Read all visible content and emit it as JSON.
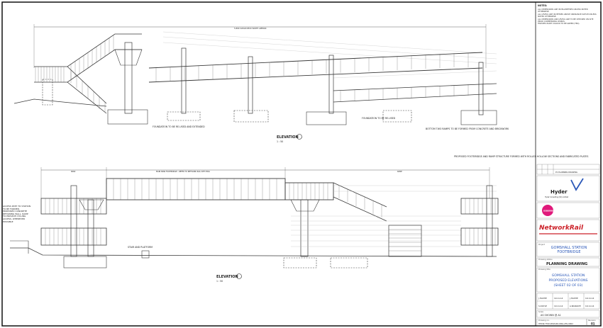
{
  "drawing": {
    "top_elevation_label": "ELEVATION",
    "top_elevation_scale": "1 : 50",
    "bottom_elevation_label": "ELEVATION",
    "bottom_elevation_scale": "1 : 50",
    "structure_note": "PROPOSED FOOTBRIDGE AND RAMP STRUCTURE FORMED WITH ROLLED HOLLOW SECTIONS AND FABRICATED PLATES",
    "ramp_note": "BOTTOM TWO RAMPS TO BE FORMED FROM CONCRETE AND BRICKWORK",
    "foundation_note": "FOUNDATION TO BE RE-USED",
    "new_foundation_note": "FOUNDATION TO BE RE-USED AND EXTENDED",
    "stair_note": "STAIR AND PLATFORM",
    "wall_note": "ACCESS PATH TO STATION TO BE FORMED. PROPOSED CONCRETE RETAINING WALL. RAMP TO PROVIDE CYCLING ACCESS. WHEREVER POSSIBLE",
    "top_dim": "5.800 CLEAR DECK WIDTH APPROX",
    "bottom_dim_left": "MAIN SPAN FOOTBRIDGE - REFER TO NETWORK RAIL SITE DWG",
    "bottom_dim_mid": "SPAN",
    "bottom_dim_right": "RAMP"
  },
  "title_block": {
    "notes_heading": "NOTES:",
    "notes": [
      "ALL DIMENSIONS ARE IN MILLIMETRES UNLESS NOTED OTHERWISE.",
      "ALL LEVELS ARE IN METRES ABOVE ORDNANCE DATUM UNLESS NOTED OTHERWISE.",
      "ALL DIMENSIONS AND LEVELS ARE TO BE CHECKED ON SITE PRIOR COMMENCING WORKS.",
      "FINISHES PAINT COLOUR TO BE GREEN (TBC)."
    ],
    "revision_row": "P1  PLANNING DRAWING",
    "hyder_name": "Hyder",
    "hyder_sub": "Hyder Consulting (UK) Limited",
    "osborne": "OSBORNE",
    "network_rail": "NetworkRail",
    "project_label": "Project",
    "project": "GOMSHALL STATION FOOTBRIDGE",
    "status_label": "Drawing status",
    "status": "PLANNING DRAWING",
    "title_label": "Drawing title",
    "title_lines": [
      "GOMSHALL STATION",
      "PROPOSED ELEVATIONS",
      "(SHEET 02 OF 03)"
    ],
    "drawn_by": "J.HASTIE",
    "drawn_date": "19.11.14",
    "checked_by": "J.HASTIE",
    "checked_date": "19.11.14",
    "design_by": "S.DOYLE",
    "design_date": "19.11.14",
    "approved_by": "A.BASNAYE",
    "approved_date": "19.11.14",
    "scale_label": "Scale",
    "scale": "AS SHOWN @ A1",
    "drawing_no_label": "Drawing no.",
    "drawing_no": "HHCW-7700-VELM-ZO-DRG-AFG-0002",
    "revision_label": "Revision",
    "revision": "01"
  },
  "colors": {
    "line": "#3a3a3a",
    "accent_blue": "#2a57b8",
    "network_rail_red": "#cc2229",
    "osborne_pink": "#e0197b"
  }
}
